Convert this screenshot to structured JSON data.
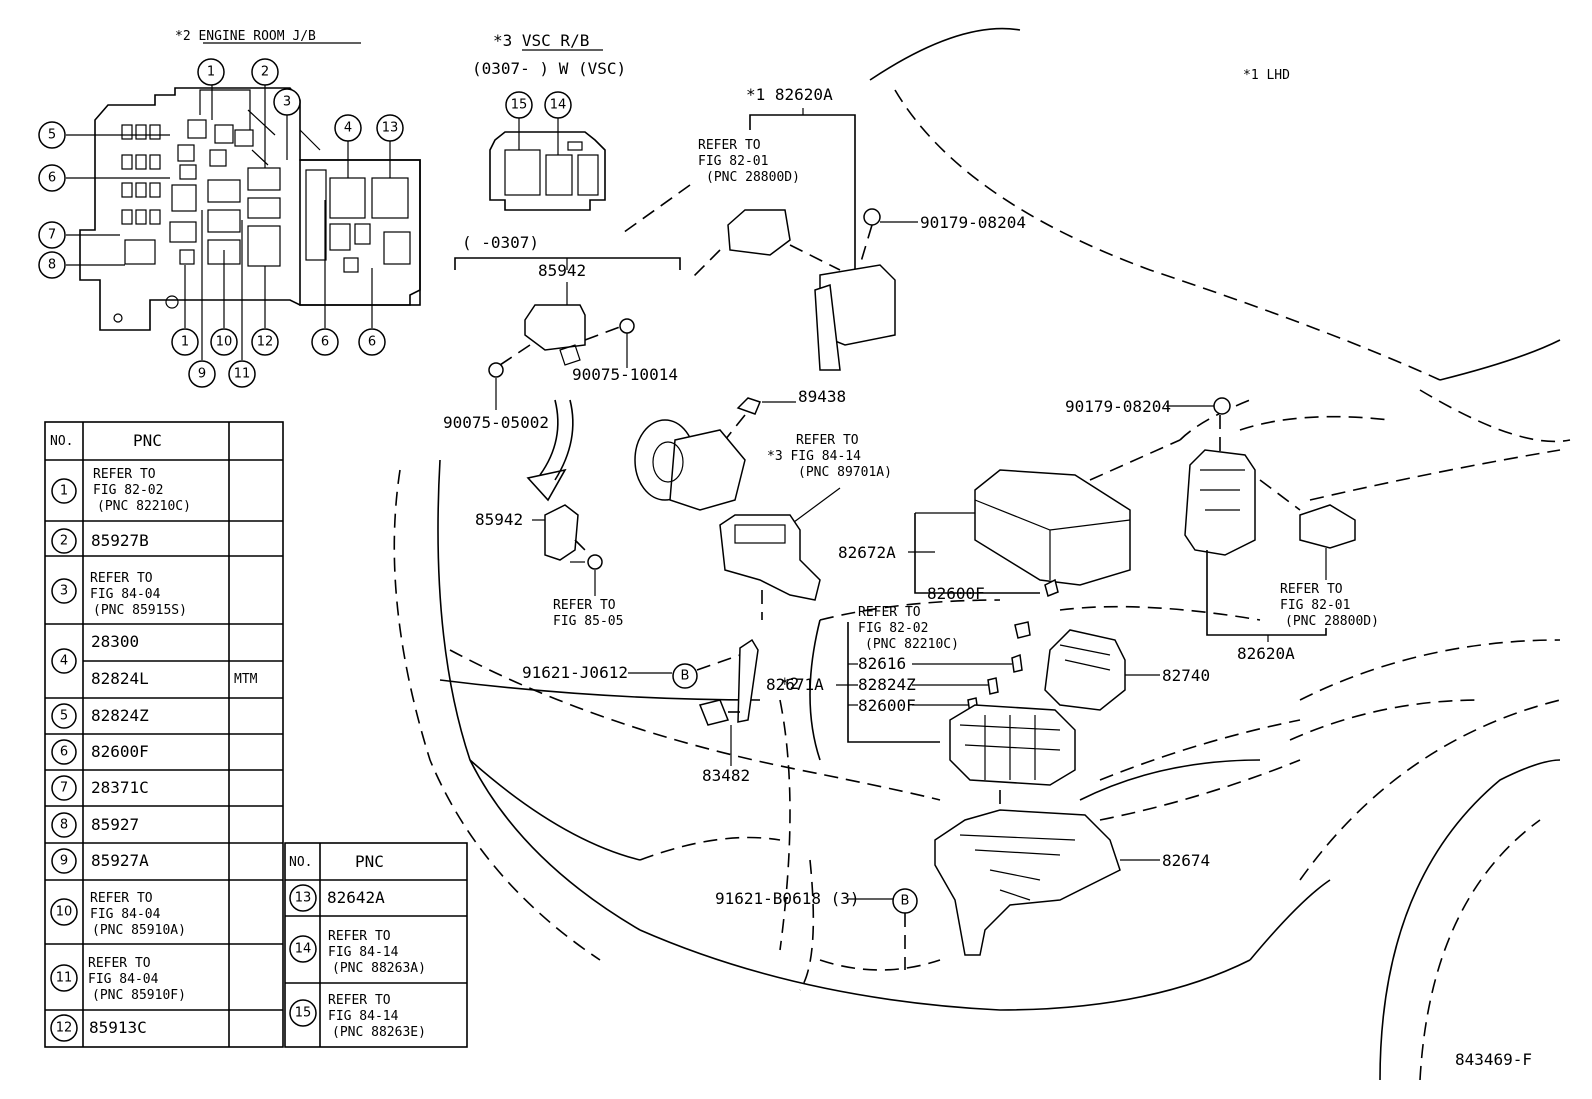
{
  "inset_jb": {
    "title": "*2 ENGINE ROOM J/B",
    "callouts": [
      "1",
      "2",
      "3",
      "4",
      "13",
      "5",
      "6",
      "7",
      "8",
      "1",
      "10",
      "12",
      "6",
      "6",
      "9",
      "11"
    ]
  },
  "inset_vsc": {
    "title": "*3 VSC R/B",
    "range": "(0307-      ) W (VSC)",
    "callouts": [
      "15",
      "14"
    ]
  },
  "notes": {
    "lhd": "*1 LHD",
    "range2": "(       -0307)",
    "figure_id": "843469-F"
  },
  "labels": {
    "p82620A_top": "*1 82620A",
    "refer_82_01_a": [
      "REFER TO",
      "FIG 82-01",
      "(PNC 28800D)"
    ],
    "p90179_a": "90179-08204",
    "p85942_a": "85942",
    "p90075_10014": "90075-10014",
    "p90075_05002": "90075-05002",
    "p89438": "89438",
    "refer_84_14": [
      "REFER TO",
      "*3 FIG 84-14",
      "(PNC 89701A)"
    ],
    "p90179_b": "90179-08204",
    "p85942_b": "85942",
    "refer_85_05": [
      "REFER TO",
      "FIG 85-05"
    ],
    "p82672A": "82672A",
    "p82600F_a": "82600F",
    "refer_82_02": [
      "REFER TO",
      "FIG 82-02",
      "(PNC 82210C)"
    ],
    "refer_82_01_b": [
      "REFER TO",
      "FIG 82-01",
      "(PNC 28800D)"
    ],
    "p82620A_b": "82620A",
    "p91621_J0612": "91621-J0612",
    "star2": "*2",
    "p82671A": "82671A",
    "p82616": "82616",
    "p82824Z": "82824Z",
    "p82600F_b": "82600F",
    "p82740": "82740",
    "p83482": "83482",
    "p91621_B0618": "91621-B0618 (3)",
    "p82674": "82674",
    "b_mark": "B"
  },
  "table1": {
    "headers": [
      "NO.",
      "PNC",
      ""
    ],
    "rows": [
      {
        "no": "1",
        "pnc": [
          "REFER TO",
          "FIG 82-02",
          "(PNC 82210C)"
        ],
        "note": ""
      },
      {
        "no": "2",
        "pnc": [
          "85927B"
        ],
        "note": ""
      },
      {
        "no": "3",
        "pnc": [
          "REFER TO",
          "FIG 84-04",
          "(PNC 85915S)"
        ],
        "note": ""
      },
      {
        "no": "4",
        "pnc": [
          "28300"
        ],
        "note": ""
      },
      {
        "no": "",
        "pnc": [
          "82824L"
        ],
        "note": "MTM"
      },
      {
        "no": "5",
        "pnc": [
          "82824Z"
        ],
        "note": ""
      },
      {
        "no": "6",
        "pnc": [
          "82600F"
        ],
        "note": ""
      },
      {
        "no": "7",
        "pnc": [
          "28371C"
        ],
        "note": ""
      },
      {
        "no": "8",
        "pnc": [
          "85927"
        ],
        "note": ""
      },
      {
        "no": "9",
        "pnc": [
          "85927A"
        ],
        "note": ""
      },
      {
        "no": "10",
        "pnc": [
          "REFER TO",
          "FIG 84-04",
          "(PNC 85910A)"
        ],
        "note": ""
      },
      {
        "no": "11",
        "pnc": [
          "REFER TO",
          "FIG 84-04",
          "(PNC 85910F)"
        ],
        "note": ""
      },
      {
        "no": "12",
        "pnc": [
          "85913C"
        ],
        "note": ""
      }
    ]
  },
  "table2": {
    "headers": [
      "NO.",
      "PNC"
    ],
    "rows": [
      {
        "no": "13",
        "pnc": [
          "82642A"
        ]
      },
      {
        "no": "14",
        "pnc": [
          "REFER TO",
          "FIG 84-14",
          "(PNC 88263A)"
        ]
      },
      {
        "no": "15",
        "pnc": [
          "REFER TO",
          "FIG 84-14",
          "(PNC 88263E)"
        ]
      }
    ]
  }
}
